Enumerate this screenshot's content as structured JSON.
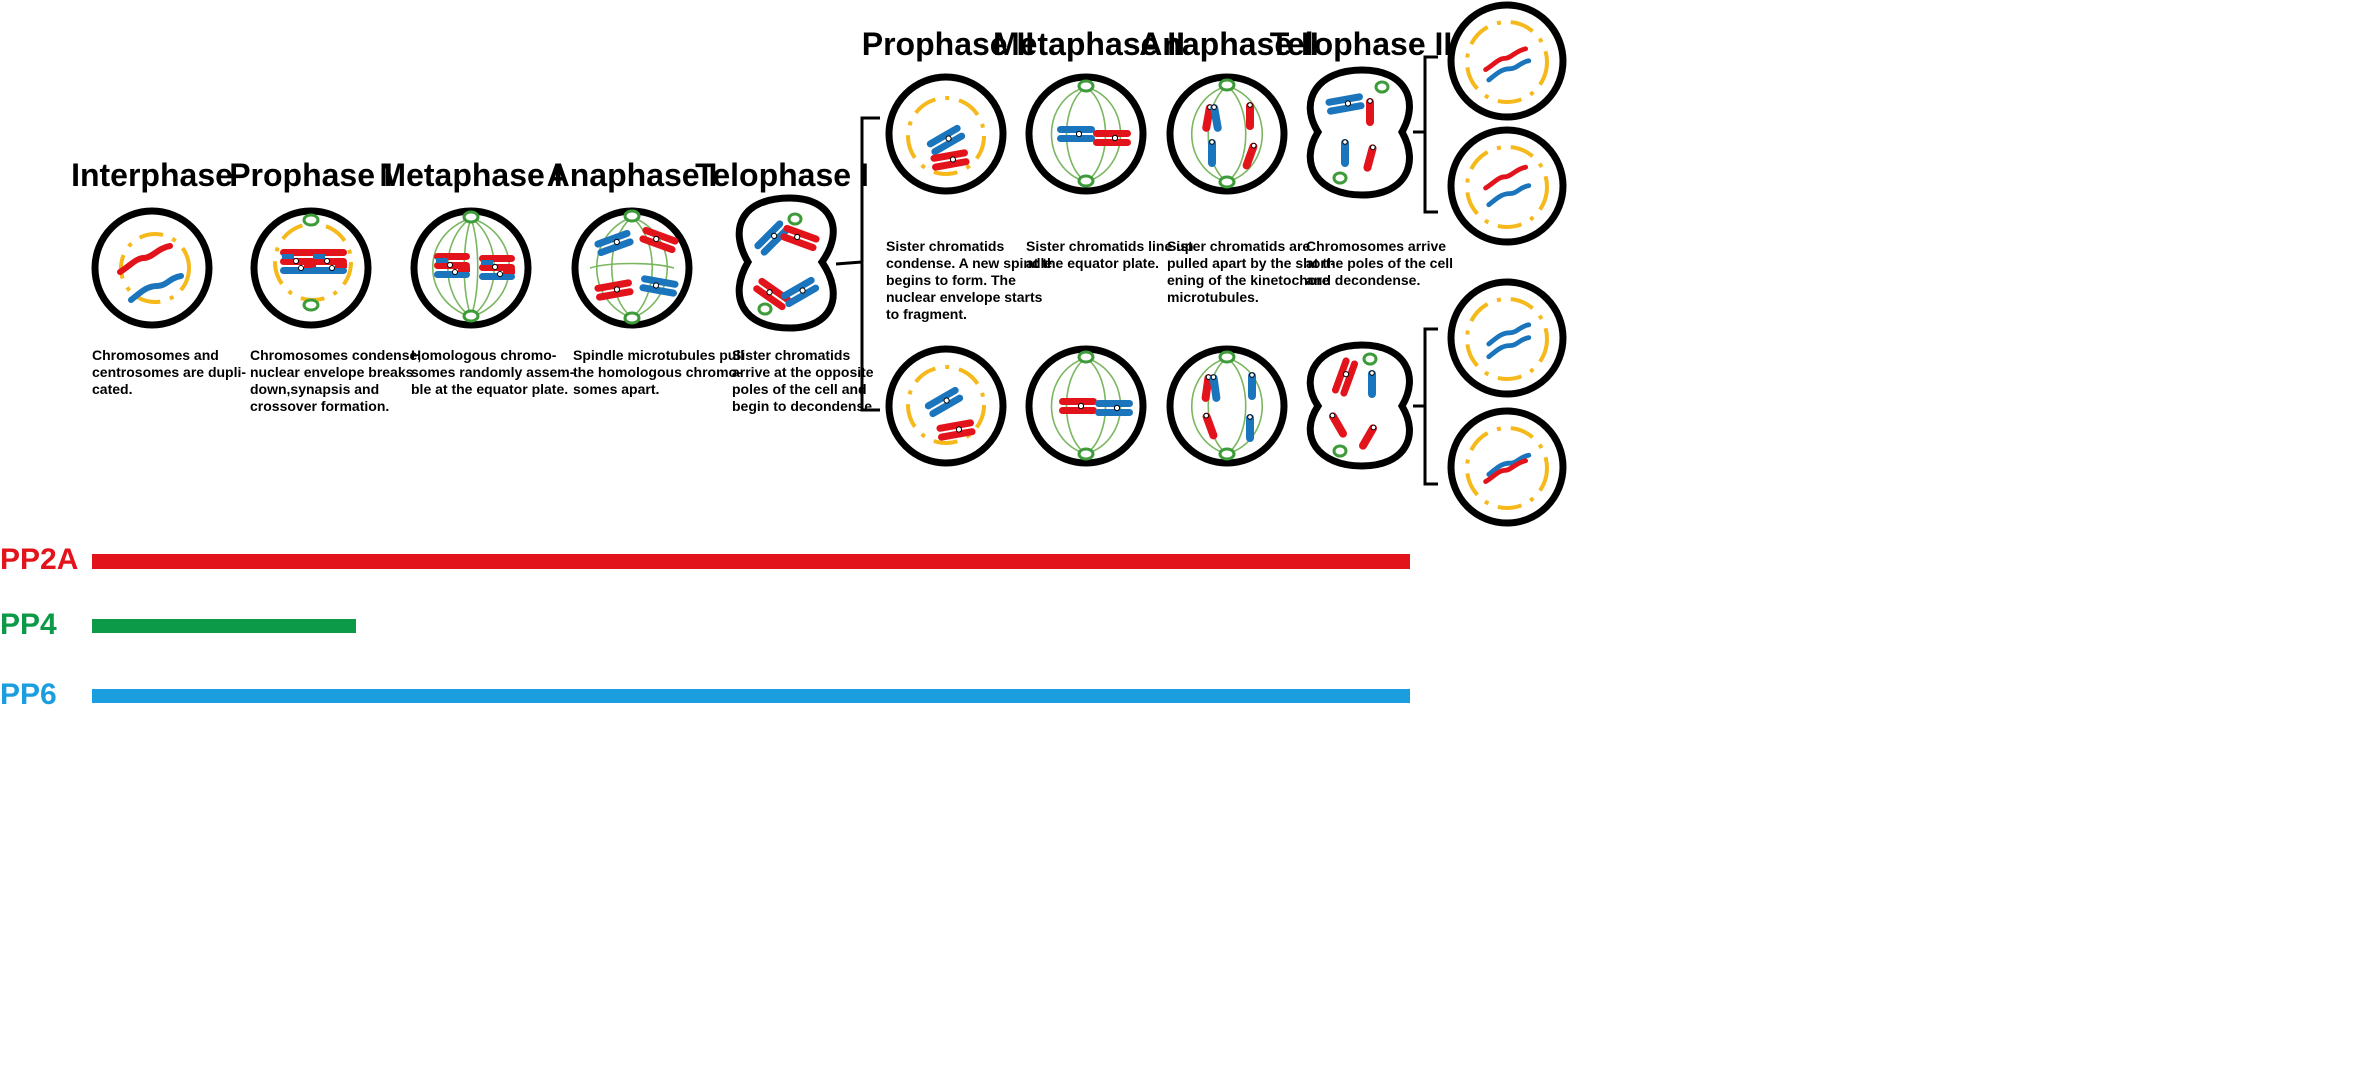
{
  "stages": [
    {
      "title": "Interphase",
      "desc": [
        "Chromosomes and",
        "centrosomes are dupli-",
        "cated."
      ]
    },
    {
      "title": "Prophase I",
      "desc": [
        "Chromosomes condense,",
        "nuclear envelope breaks",
        "down,synapsis and",
        "crossover formation."
      ]
    },
    {
      "title": "Metaphase I",
      "desc": [
        "Homologous chromo-",
        "somes randomly assem-",
        "ble at the equator plate."
      ]
    },
    {
      "title": "Anaphase I",
      "desc": [
        "Spindle microtubules pull",
        "the homologous chromo-",
        "somes apart."
      ]
    },
    {
      "title": "Telophase I",
      "desc": [
        "Sister chromatids",
        "arrive at the opposite",
        "poles of  the cell and",
        "begin to decondense."
      ]
    },
    {
      "title": "Prophase II",
      "desc": [
        "Sister chromatids",
        "condense. A new spindle",
        "begins to form. The",
        "nuclear  envelope starts",
        "to fragment."
      ]
    },
    {
      "title": "Metaphase II",
      "desc": [
        "Sister chromatids line up",
        "at the equator plate."
      ]
    },
    {
      "title": "Anaphase II",
      "desc": [
        "Sister chromatids are",
        "pulled apart by the short-",
        "ening of the kinetochore",
        "microtubules."
      ]
    },
    {
      "title": "Telophase II",
      "desc": [
        "Chromosomes arrive",
        "at the poles of  the cell",
        "and  decondense."
      ]
    }
  ],
  "phosphatases": [
    {
      "label": "PP2A",
      "color": "#e3131b",
      "span": "Interphase – Telophase II"
    },
    {
      "label": "PP4",
      "color": "#0d9a48",
      "span": "Interphase – Prophase I"
    },
    {
      "label": "PP6",
      "color": "#1a9ee0",
      "span": "Interphase – Telophase II"
    }
  ],
  "colors": {
    "chromosome_red": "#e3131b",
    "chromosome_blue": "#1b75bc",
    "envelope": "#f6b91c",
    "spindle": "#7bb661",
    "centrosome": "#3e9b3a"
  }
}
